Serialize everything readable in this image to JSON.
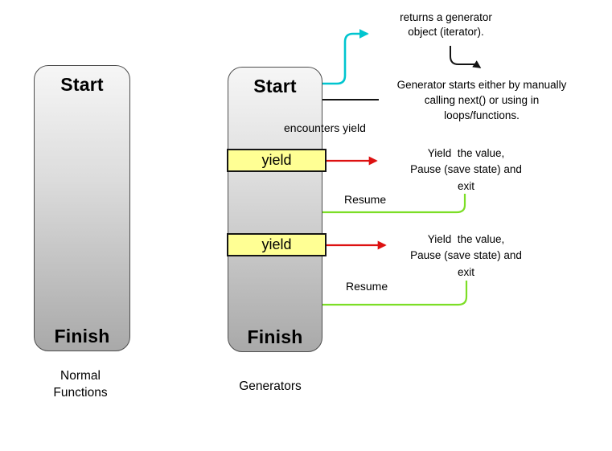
{
  "normal_function": {
    "start_label": "Start",
    "finish_label": "Finish",
    "caption": "Normal\nFunctions"
  },
  "generator": {
    "start_label": "Start",
    "finish_label": "Finish",
    "yield1_label": "yield",
    "yield2_label": "yield",
    "caption": "Generators"
  },
  "annotations": {
    "returns_generator": "returns a generator\nobject (iterator).",
    "generator_starts": "Generator starts either by manually\ncalling next() or using in\nloops/functions.",
    "encounters_yield": "encounters yield",
    "yield_pause_exit_1": "Yield  the value,\nPause (save state) and\nexit",
    "yield_pause_exit_2": "Yield  the value,\nPause (save state) and\nexit",
    "resume_1": "Resume",
    "resume_2": "Resume"
  },
  "colors": {
    "cyan_arrow": "#00C5CF",
    "red_arrow": "#DD1111",
    "green_arrow": "#7CDE26",
    "black_arrow": "#141414",
    "yield_fill": "#FFFF94",
    "box_gradient_top": "#F6F6F6",
    "box_gradient_bottom": "#A9A9A9"
  }
}
